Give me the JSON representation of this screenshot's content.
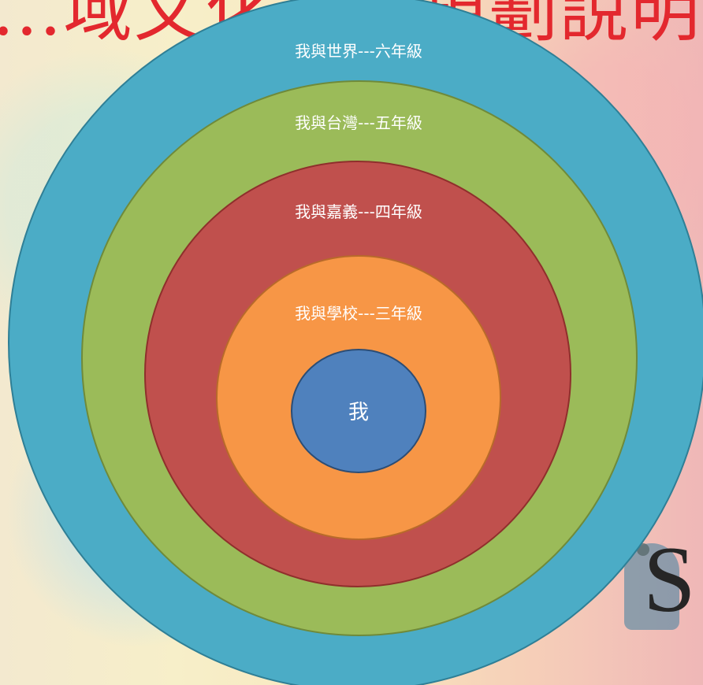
{
  "background": {
    "title_fragment": "...域文化教學規劃說明",
    "corner_letter": "S"
  },
  "diagram": {
    "rings": [
      {
        "label": "我與世界---六年級",
        "color": "#4bacc6"
      },
      {
        "label": "我與台灣---五年級",
        "color": "#9bbb59"
      },
      {
        "label": "我與嘉義---四年級",
        "color": "#c0504d"
      },
      {
        "label": "我與學校---三年級",
        "color": "#f79646"
      }
    ],
    "center": {
      "label": "我",
      "color": "#4f81bd"
    }
  }
}
